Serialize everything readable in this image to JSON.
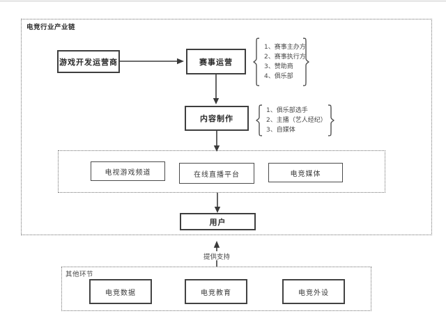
{
  "diagram": {
    "chain_label": "电竞行业产业链",
    "other_label": "其他环节",
    "support_label": "提供支持",
    "nodes": {
      "game_dev": "游戏开发运营商",
      "event_ops": "赛事运营",
      "content": "内容制作",
      "tv": "电视游戏频道",
      "live": "在线直播平台",
      "media": "电竞媒体",
      "user": "用户",
      "data": "电竞数据",
      "edu": "电竞教育",
      "gear": "电竞外设"
    },
    "event_ops_roles": [
      "1、赛事主办方",
      "2、赛事执行方",
      "3、赞助商",
      "4、俱乐部"
    ],
    "content_roles": [
      "1、俱乐部选手",
      "2、主播（艺人经纪）",
      "3、自媒体"
    ],
    "colors": {
      "line": "#3a3a3a",
      "box_border": "#3e3e3e",
      "dashed_border": "#6f6f6f",
      "text": "#474747",
      "background": "#ffffff"
    }
  }
}
